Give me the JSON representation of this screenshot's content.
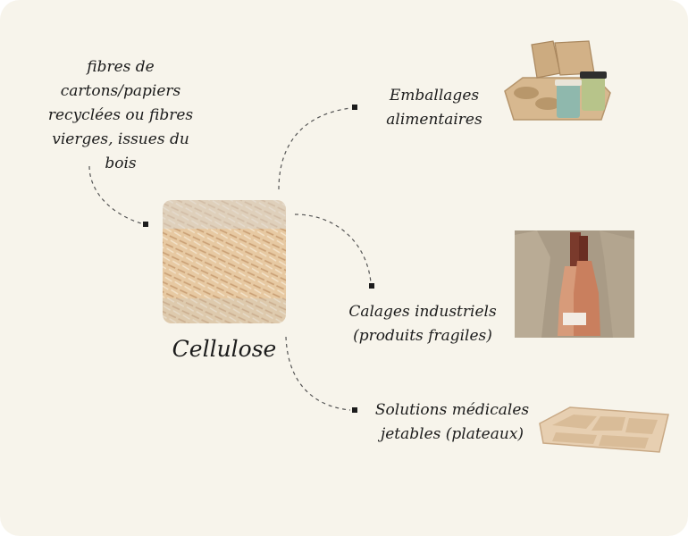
{
  "center": {
    "label": "Cellulose"
  },
  "source": {
    "text": "fibres de cartons/papiers recyclées ou fibres vierges, issues du bois"
  },
  "branches": [
    {
      "lines": [
        "Emballages",
        "alimentaires"
      ],
      "image": "cup-carrier-photo"
    },
    {
      "lines": [
        "Calages industriels",
        "(produits fragiles)"
      ],
      "image": "bottle-packaging-photo"
    },
    {
      "lines": [
        "Solutions médicales",
        "jetables (plateaux)"
      ],
      "image": "molded-tray-photo"
    }
  ]
}
